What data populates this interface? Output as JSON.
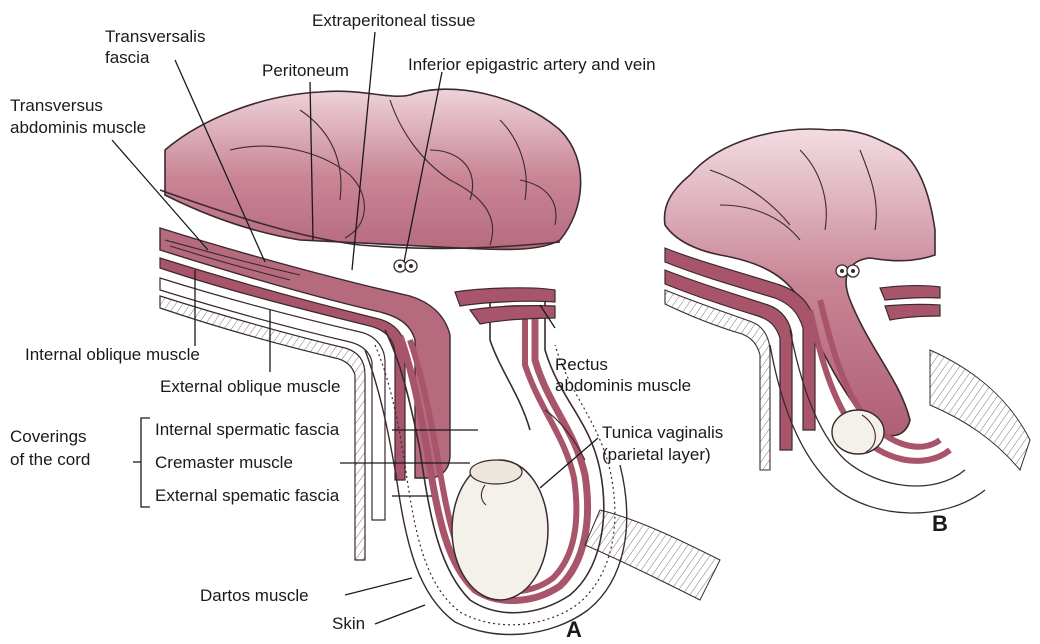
{
  "labels": {
    "extraperitoneal_tissue": "Extraperitoneal tissue",
    "transversalis_fascia_1": "Transversalis",
    "transversalis_fascia_2": "fascia",
    "peritoneum": "Peritoneum",
    "inferior_epigastric": "Inferior epigastric artery and vein",
    "transversus_1": "Transversus",
    "transversus_2": "abdominis muscle",
    "internal_oblique": "Internal oblique muscle",
    "external_oblique": "External oblique muscle",
    "rectus_1": "Rectus",
    "rectus_2": "abdominis muscle",
    "coverings_1": "Coverings",
    "coverings_2": "of the cord",
    "internal_spermatic": "Internal spermatic fascia",
    "cremaster": "Cremaster muscle",
    "external_spermatic": "External spematic fascia",
    "tunica_1": "Tunica vaginalis",
    "tunica_2": "(parietal layer)",
    "dartos": "Dartos muscle",
    "skin": "Skin",
    "panel_a": "A",
    "panel_b": "B"
  },
  "colors": {
    "intestine": "#c98596",
    "intestine_light": "#e8c4cc",
    "muscle": "#a8556b",
    "outline": "#3a2a2e"
  }
}
